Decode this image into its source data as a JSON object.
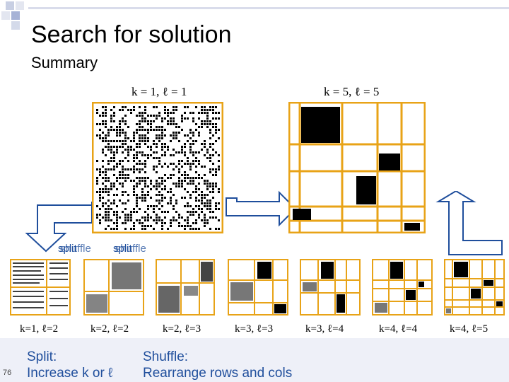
{
  "slide": {
    "title": "Search for solution",
    "subtitle": "Summary",
    "number": "76"
  },
  "top_panels": {
    "left_label": "k = 1,  ℓ = 1",
    "right_label": "k = 5,  ℓ = 5"
  },
  "operations": {
    "split_label": "split",
    "shuffle_label": "shuffle"
  },
  "sequence": [
    {
      "label": "k=1, ℓ=2"
    },
    {
      "label": "k=2, ℓ=2"
    },
    {
      "label": "k=2, ℓ=3"
    },
    {
      "label": "k=3, ℓ=3"
    },
    {
      "label": "k=3, ℓ=4"
    },
    {
      "label": "k=4, ℓ=4"
    },
    {
      "label": "k=4, ℓ=5"
    }
  ],
  "legend": {
    "split_title": "Split:",
    "split_desc": "Increase k or ℓ",
    "shuffle_title": "Shuffle:",
    "shuffle_desc": "Rearrange rows and cols"
  },
  "colors": {
    "grid": "#e8a317",
    "arrow": "#1f4e9c",
    "arrow_fill": "#ffffff",
    "block": "#000000"
  }
}
